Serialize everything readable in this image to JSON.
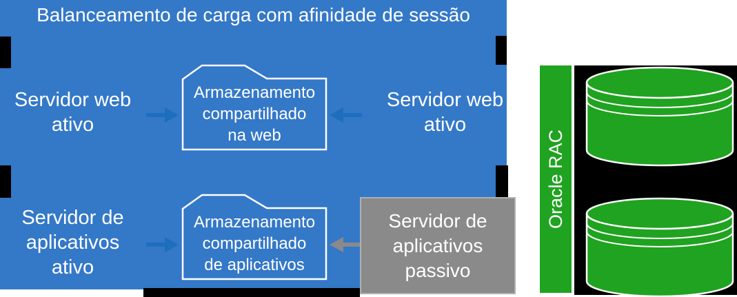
{
  "diagram_title": "Balanceamento de carga com afinidade de sessão",
  "blue_panel": {
    "labels": {
      "web_left": [
        "Servidor web",
        "ativo"
      ],
      "web_right": [
        "Servidor web",
        "ativo"
      ],
      "app_left": [
        "Servidor de",
        "aplicativos",
        "ativo"
      ]
    },
    "folders": [
      {
        "lines": [
          "Armazenamento",
          "compartilhado",
          "na web"
        ]
      },
      {
        "lines": [
          "Armazenamento",
          "compartilhado",
          "de aplicativos"
        ]
      }
    ],
    "passive_box": {
      "lines": [
        "Servidor de",
        "aplicativos",
        "passivo"
      ]
    }
  },
  "oracle": {
    "bar_label": "Oracle RAC",
    "database_count": 2
  },
  "icons": {
    "folder": "folder-icon",
    "database": "database-cylinder-icon",
    "arrow_right": "arrow-right-icon",
    "arrow_left": "arrow-left-icon"
  },
  "colors": {
    "panel_blue": "#3478c8",
    "arrow_blue": "#1d6fbe",
    "passive_gray": "#8a8a8a",
    "oracle_green": "#20a320",
    "backdrop_black": "#000000",
    "text_white": "#ffffff"
  }
}
